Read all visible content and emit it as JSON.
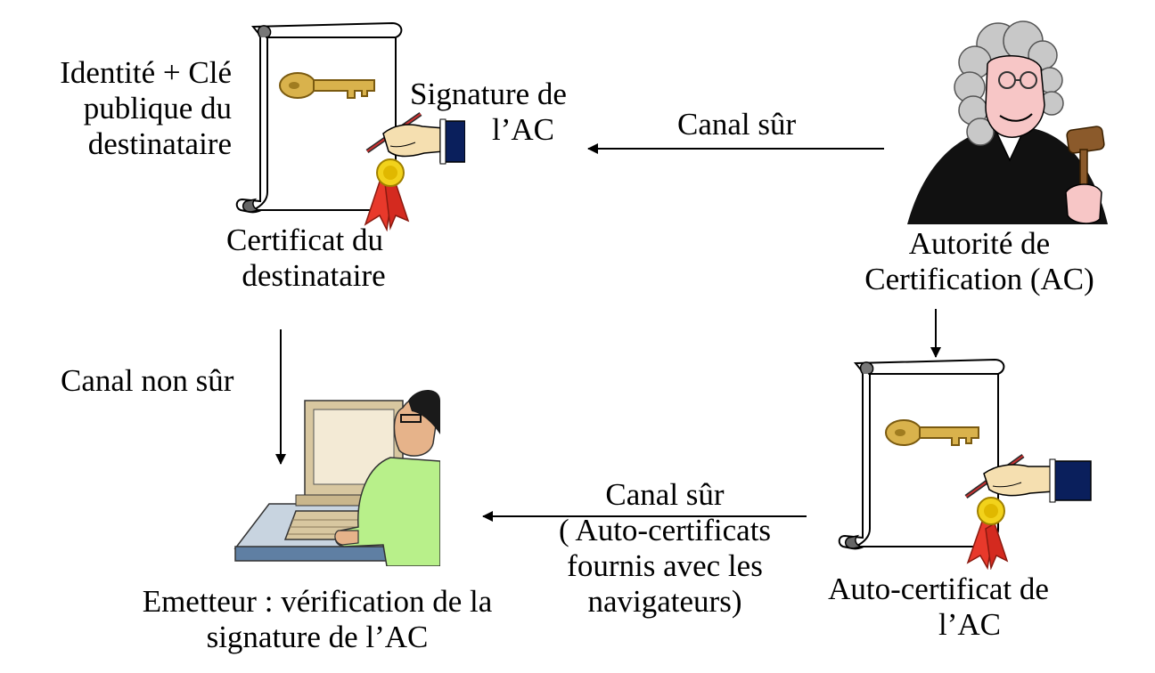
{
  "labels": {
    "cert_content": [
      "Identité + Clé",
      "publique du",
      "destinataire"
    ],
    "ca_signature": [
      "Signature de",
      "l’AC"
    ],
    "secure_channel_top": "Canal sûr",
    "recipient_certificate": [
      "Certificat du",
      "destinataire"
    ],
    "certification_authority": [
      "Autorité de",
      "Certification (AC)"
    ],
    "insecure_channel": "Canal  non sûr",
    "secure_channel_bottom": [
      "Canal sûr",
      "( Auto-certificats",
      "fournis avec les",
      "navigateurs)"
    ],
    "self_certificate": [
      "Auto-certificat de",
      "l’AC"
    ],
    "sender": [
      "Emetteur : vérification de la",
      "signature de l’AC"
    ]
  },
  "icons": {
    "top_certificate": "certificate-scroll-icon",
    "bottom_certificate": "certificate-scroll-icon",
    "authority": "judge-icon",
    "sender": "computer-user-icon"
  },
  "colors": {
    "key": "#d9b24c",
    "ribbon": "#e8392b",
    "seal": "#f2d21b",
    "sleeve": "#0a1f5c",
    "robe": "#111111",
    "shirt": "#b8f08a",
    "monitor": "#d8c7a0",
    "desk": "#5f7fa3"
  }
}
